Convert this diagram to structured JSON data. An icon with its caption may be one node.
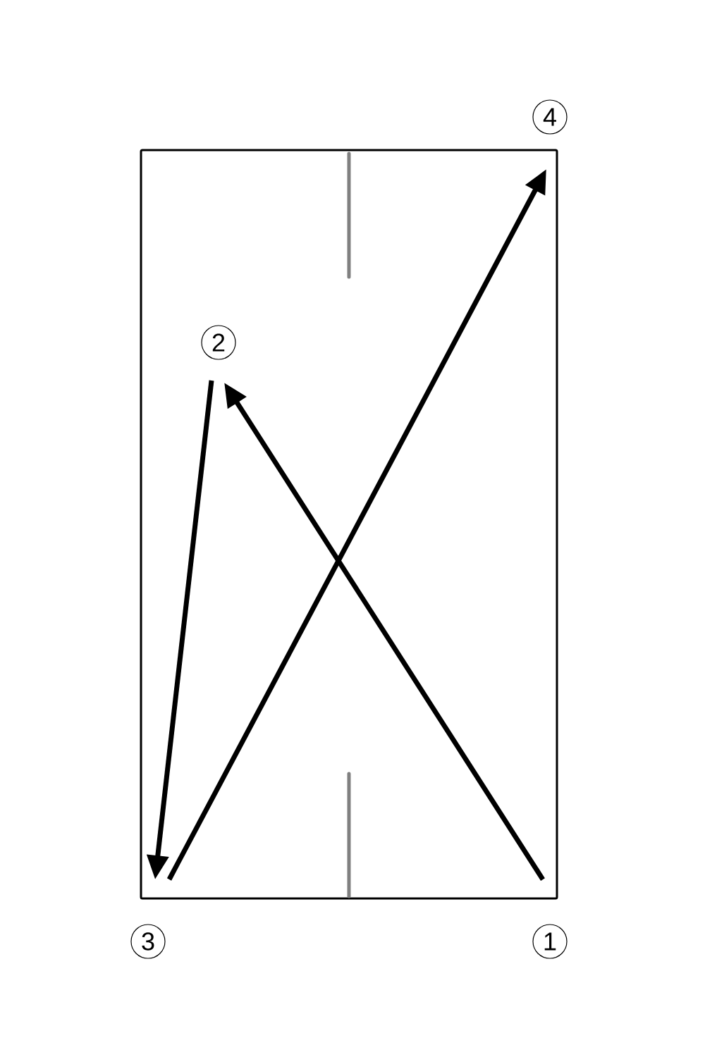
{
  "diagram": {
    "nodes": [
      {
        "text": [
          "1"
        ]
      },
      {
        "text": [
          "2"
        ]
      },
      {
        "text": [
          "3"
        ]
      },
      {
        "text": [
          "4"
        ]
      }
    ],
    "edges": [
      {
        "from": 0,
        "to": 1,
        "arrow": "to"
      },
      {
        "from": 1,
        "to": 2,
        "arrow": "to"
      },
      {
        "from": 2,
        "to": 3,
        "arrow": "to"
      }
    ]
  }
}
